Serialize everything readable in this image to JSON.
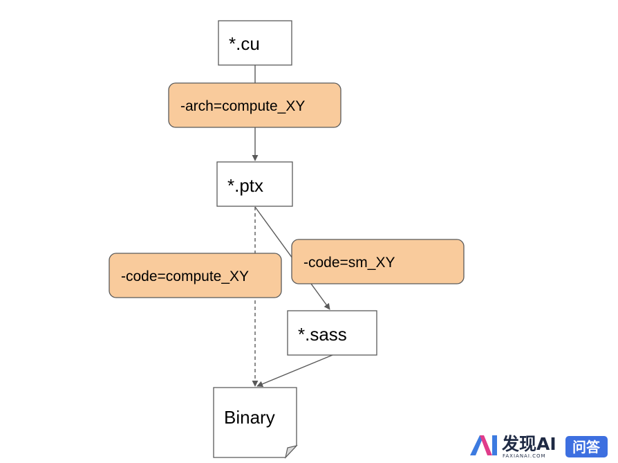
{
  "nodes": {
    "cu": "*.cu",
    "ptx": "*.ptx",
    "sass": "*.sass",
    "binary": "Binary"
  },
  "edge_labels": {
    "arch": "-arch=compute_XY",
    "code_sm": "-code=sm_XY",
    "code_compute": "-code=compute_XY"
  },
  "watermark": {
    "brand": "发现AI",
    "sub": "FAXIANAI.COM",
    "badge": "问答",
    "colors": {
      "logo_blue": "#3d7be0",
      "logo_pink": "#e03c8a",
      "badge": "#3d6fe0"
    }
  },
  "colors": {
    "label_fill": "#f9cb9c",
    "stroke": "#595959"
  }
}
